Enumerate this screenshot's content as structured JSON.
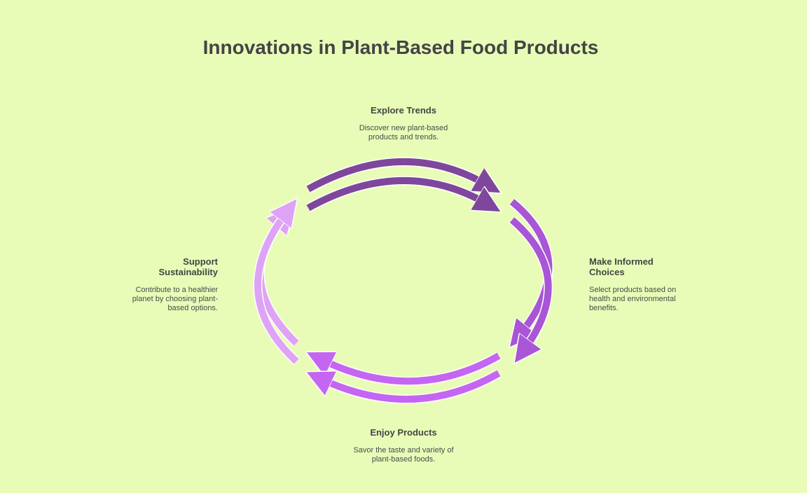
{
  "title": "Innovations in Plant-Based Food Products",
  "steps": [
    {
      "title": "Explore Trends",
      "desc": "Discover new plant-based products and trends.",
      "color": "#7f479c"
    },
    {
      "title": "Make Informed Choices",
      "desc": "Select products based on health and environmental benefits.",
      "color": "#a855d6"
    },
    {
      "title": "Enjoy Products",
      "desc": "Savor the taste and variety of plant-based foods.",
      "color": "#c466f2"
    },
    {
      "title": "Support Sustainability",
      "desc": "Contribute to a healthier planet by choosing plant-based options.",
      "color": "#dea3f7"
    }
  ]
}
